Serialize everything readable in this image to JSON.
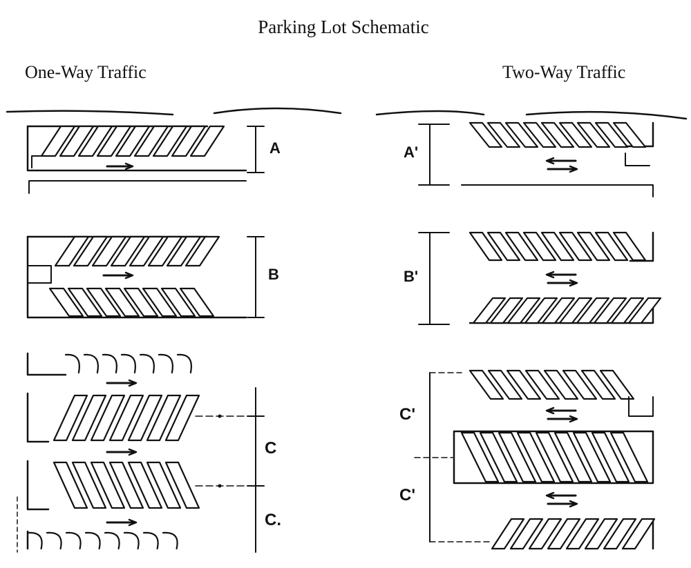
{
  "title": "Parking Lot Schematic",
  "headings": {
    "left": "One-Way Traffic",
    "right": "Two-Way Traffic"
  },
  "labels": {
    "A": "A",
    "B": "B",
    "C1": "C",
    "C2": "C.",
    "A_prime": "A'",
    "B_prime": "B'",
    "C_prime_1": "C'",
    "C_prime_2": "C'"
  },
  "ink_color": "#111111"
}
